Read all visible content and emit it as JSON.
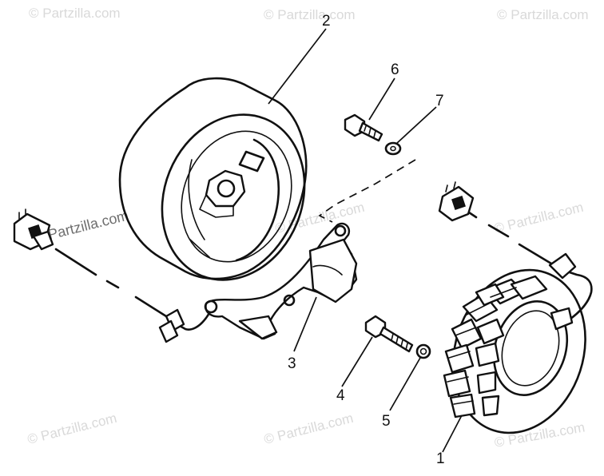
{
  "watermark": {
    "symbol": "©",
    "text": "Partzilla.com"
  },
  "callouts": {
    "p1": "1",
    "p2": "2",
    "p3": "3",
    "p4": "4",
    "p5": "5",
    "p6": "6",
    "p7": "7"
  },
  "colors": {
    "ink": "#111111",
    "background": "#ffffff",
    "watermark": "#d9d9d9"
  }
}
